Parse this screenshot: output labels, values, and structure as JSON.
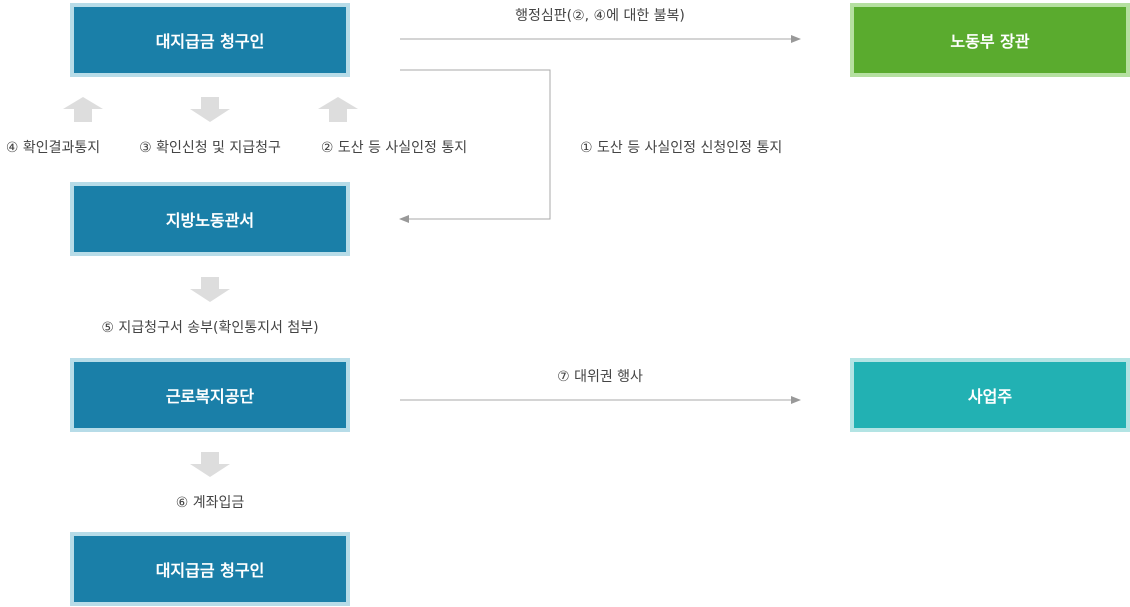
{
  "nodes": {
    "applicant_top": "대지급금 청구인",
    "labor_office": "지방노동관서",
    "welfare_corp": "근로복지공단",
    "applicant_bottom": "대지급금 청구인",
    "minister": "노동부 장관",
    "employer": "사업주"
  },
  "labels": {
    "admin_appeal": "행정심판(②, ④에 대한 불복)",
    "step1": "① 도산 등 사실인정 신청인정 통지",
    "step4": "④ 확인결과통지",
    "step3": "③ 확인신청 및 지급청구",
    "step2": "② 도산 등 사실인정 통지",
    "step5": "⑤ 지급청구서 송부(확인통지서 첨부)",
    "step6": "⑥ 계좌입금",
    "step7": "⑦ 대위권 행사"
  },
  "colors": {
    "blue_box": "#1a7fa8",
    "green_box": "#5aab2e",
    "teal_box": "#22b1b3",
    "big_arrow": "#dddddd",
    "line": "#999999"
  }
}
